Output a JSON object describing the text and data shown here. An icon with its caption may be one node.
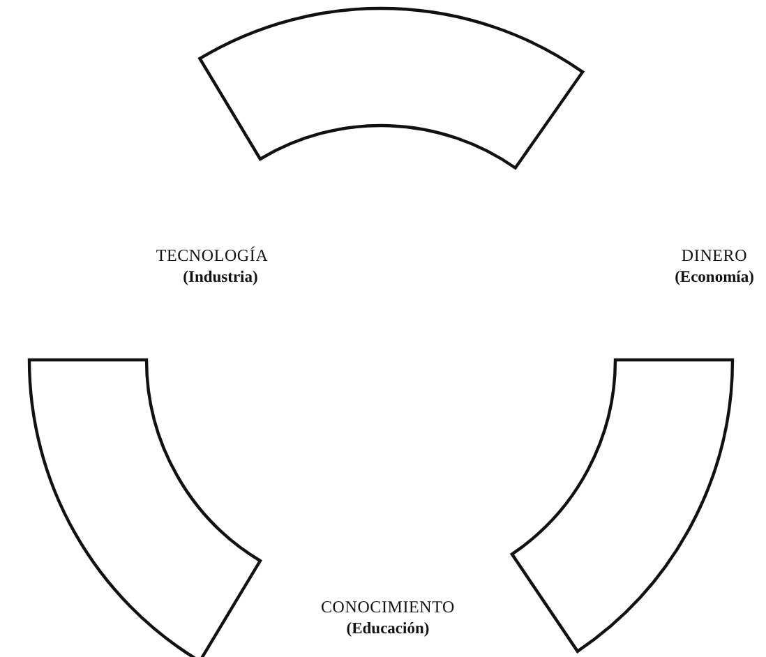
{
  "diagram": {
    "nodes": [
      {
        "text": [],
        "shape": "band"
      },
      {
        "text": [],
        "shape": "band"
      },
      {
        "text": [],
        "shape": "band"
      }
    ],
    "labels": [
      "TECNOLOGÍA",
      "(Industria)",
      "DINERO",
      "(Economía)",
      "CONOCIMIENTO",
      "(Educación)"
    ]
  }
}
